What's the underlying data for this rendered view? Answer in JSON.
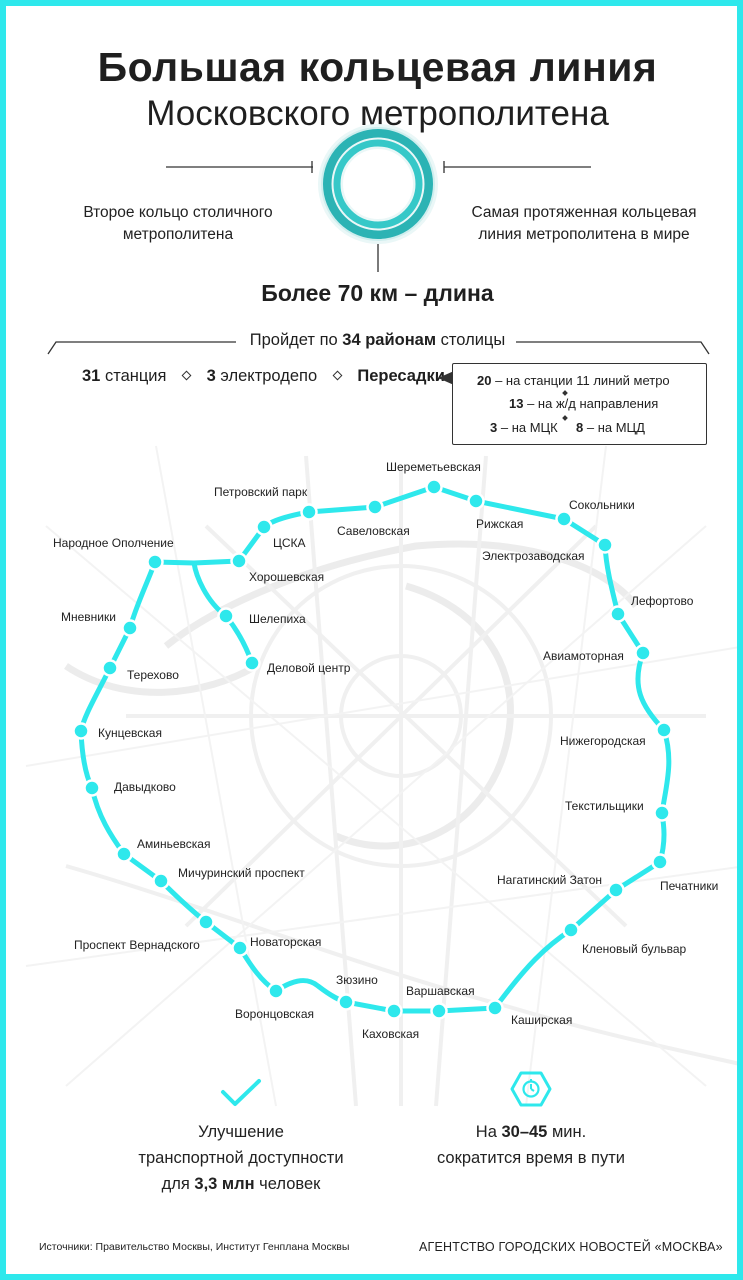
{
  "title": {
    "line1": "Большая кольцевая линия",
    "line2": "Московского метрополитена"
  },
  "facts": {
    "left": [
      "Второе кольцо столичного",
      "метрополитена"
    ],
    "right": [
      "Самая протяженная кольцевая",
      "линия метрополитена в мире"
    ],
    "length": "Более 70 км – длина"
  },
  "districts": {
    "before": "Пройдет по ",
    "bold": "34 районам",
    "after": " столицы"
  },
  "stats": {
    "stations_num": "31",
    "stations_label": " станция",
    "depots_num": "3",
    "depots_label": " электродепо",
    "transfers": "Пересадки"
  },
  "transfers": {
    "metro_num": "20",
    "metro_label": " – на станции 11 линий метро",
    "rail_num": "13",
    "rail_label": " – на ж/д направления",
    "mck_num": "3",
    "mck_label": " – на МЦК",
    "mcd_num": "8",
    "mcd_label": " – на МЦД"
  },
  "map": {
    "line_color": "#2ee8ec",
    "stations": [
      "Шереметьевская",
      "Петровский парк",
      "Савеловская",
      "Рижская",
      "Сокольники",
      "Электрозаводская",
      "Народное Ополчение",
      "ЦСКА",
      "Хорошевская",
      "Шелепиха",
      "Деловой центр",
      "Лефортово",
      "Мневники",
      "Авиамоторная",
      "Терехово",
      "Кунцевская",
      "Нижегородская",
      "Давыдково",
      "Текстильщики",
      "Аминьевская",
      "Мичуринский проспект",
      "Нагатинский Затон",
      "Печатники",
      "Проспект Вернадского",
      "Новаторская",
      "Кленовый бульвар",
      "Зюзино",
      "Варшавская",
      "Воронцовская",
      "Каховская",
      "Каширская"
    ]
  },
  "benefits": {
    "access_line1": "Улучшение",
    "access_line2": "транспортной доступности",
    "access_pre": "для ",
    "access_bold": "3,3 млн",
    "access_post": " человек",
    "time_pre": "На ",
    "time_bold": "30–45",
    "time_post": " мин.",
    "time_line2": "сократится время в пути"
  },
  "footer": {
    "sources": "Источники: Правительство Москвы, Институт Генплана Москвы",
    "agency": "АГЕНТСТВО ГОРОДСКИХ НОВОСТЕЙ «МОСКВА»"
  },
  "colors": {
    "accent": "#2ee8ec",
    "ring_dark": "#2bb3b4",
    "frame": "#2ee8ec"
  }
}
